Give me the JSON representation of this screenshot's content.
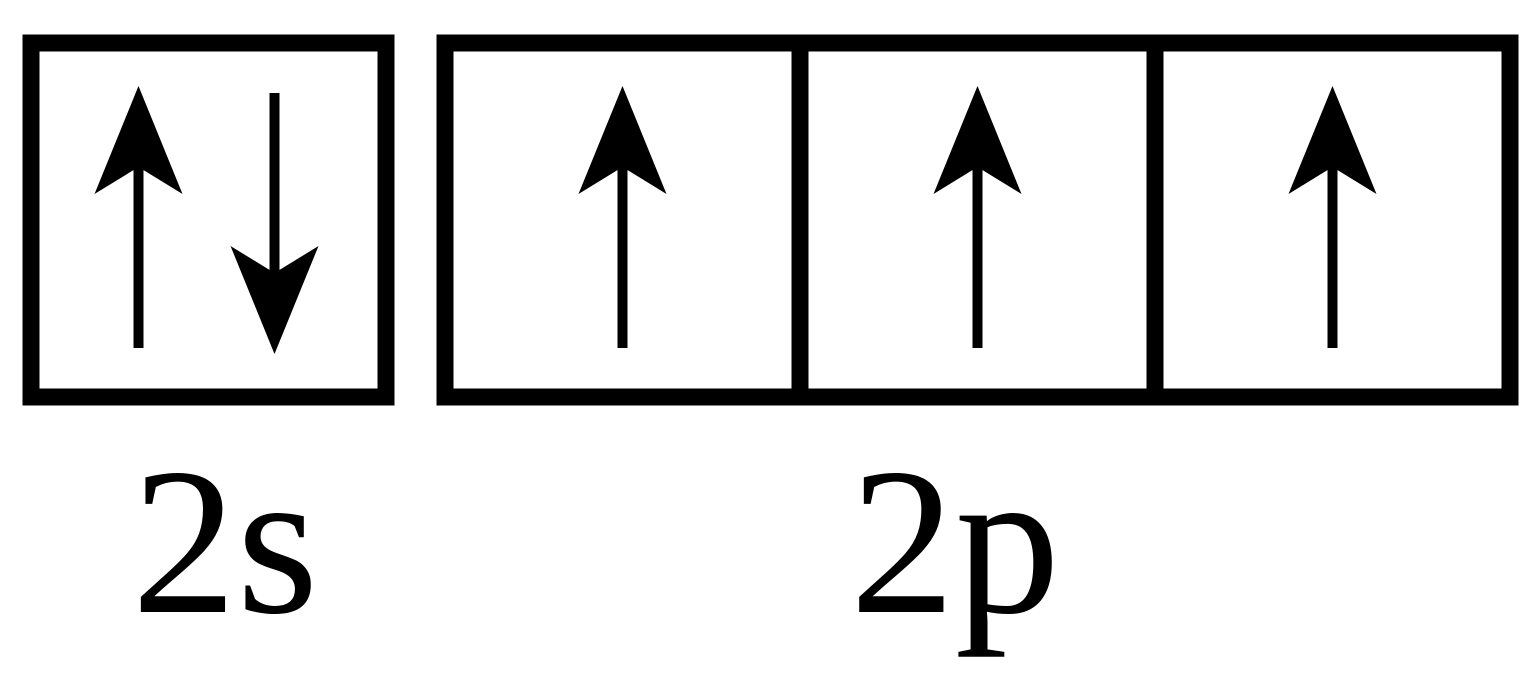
{
  "colors": {
    "stroke": "#000000",
    "background": "#ffffff"
  },
  "subshells": [
    {
      "label": "2s",
      "orbitals": [
        {
          "electrons": [
            "up",
            "down"
          ]
        }
      ]
    },
    {
      "label": "2p",
      "orbitals": [
        {
          "electrons": [
            "up"
          ]
        },
        {
          "electrons": [
            "up"
          ]
        },
        {
          "electrons": [
            "up"
          ]
        }
      ]
    }
  ]
}
